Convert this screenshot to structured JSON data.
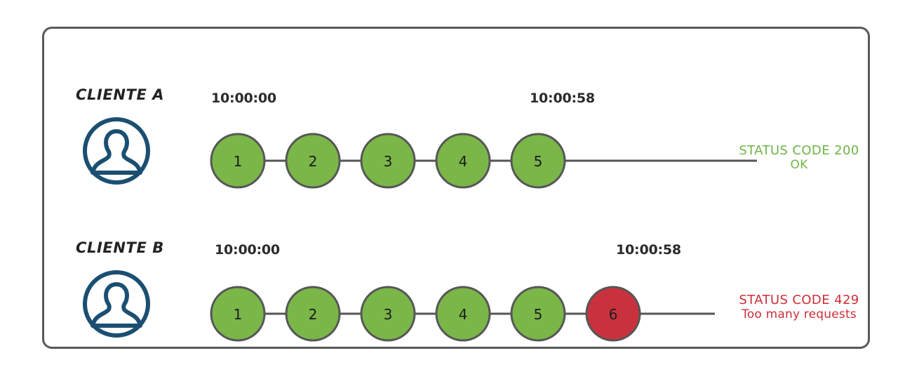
{
  "diagram": {
    "title": "rate-limiting-request-timeline",
    "colors": {
      "frame_border": "#595959",
      "node_ok_fill": "#7AB648",
      "node_error_fill": "#C9323D",
      "node_stroke": "#565656",
      "link_stroke": "#565656",
      "avatar_stroke": "#1B4F72",
      "status_ok_text": "#6FB446",
      "status_error_text": "#CC2E38",
      "label_text": "#232323",
      "timestamp_text": "#2A2A2A"
    },
    "rows": [
      {
        "id": "client-a",
        "label": "CLIENTE A",
        "avatar_icon": "user-avatar-icon",
        "timestamp_start": "10:00:00",
        "timestamp_end": "10:00:58",
        "nodes": [
          {
            "label": "1",
            "state": "ok"
          },
          {
            "label": "2",
            "state": "ok"
          },
          {
            "label": "3",
            "state": "ok"
          },
          {
            "label": "4",
            "state": "ok"
          },
          {
            "label": "5",
            "state": "ok"
          }
        ],
        "status": {
          "main": "STATUS CODE 200",
          "sub": "OK",
          "state": "ok"
        }
      },
      {
        "id": "client-b",
        "label": "CLIENTE B",
        "avatar_icon": "user-avatar-icon",
        "timestamp_start": "10:00:00",
        "timestamp_end": "10:00:58",
        "nodes": [
          {
            "label": "1",
            "state": "ok"
          },
          {
            "label": "2",
            "state": "ok"
          },
          {
            "label": "3",
            "state": "ok"
          },
          {
            "label": "4",
            "state": "ok"
          },
          {
            "label": "5",
            "state": "ok"
          },
          {
            "label": "6",
            "state": "error"
          }
        ],
        "status": {
          "main": "STATUS CODE 429",
          "sub": "Too many requests",
          "state": "error"
        }
      }
    ]
  }
}
